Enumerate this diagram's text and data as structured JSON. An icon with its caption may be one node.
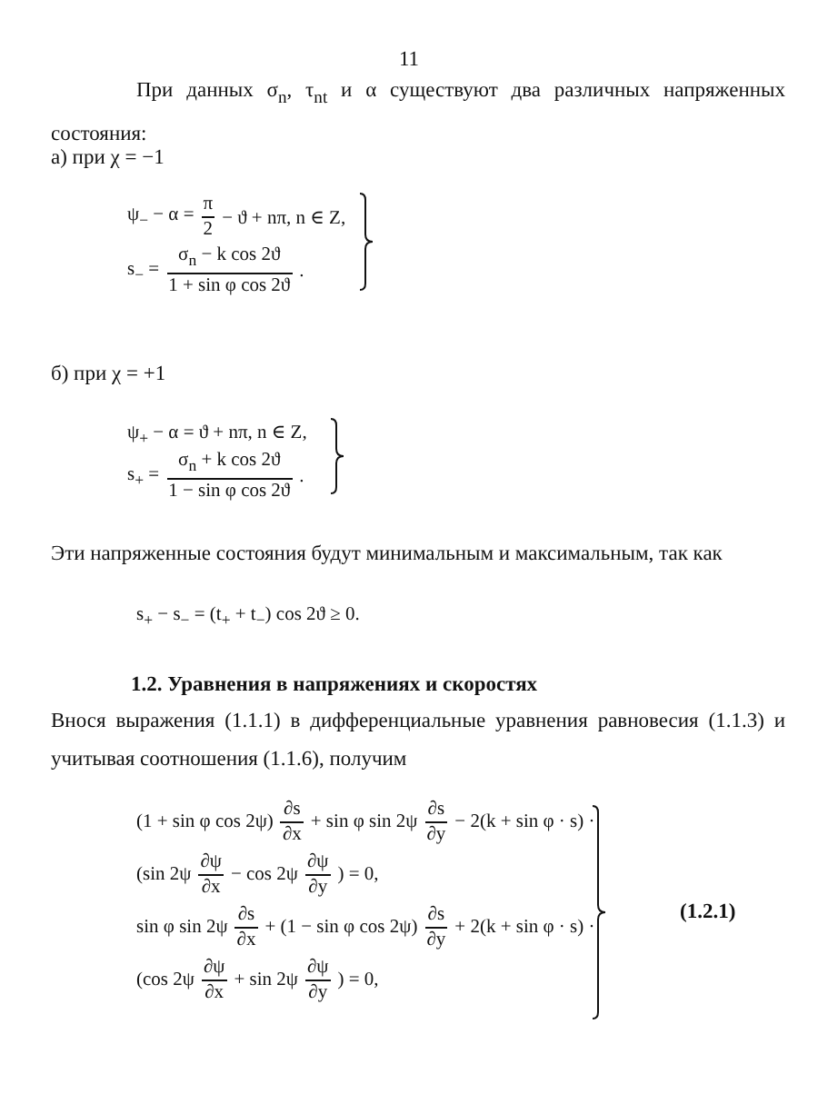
{
  "diagram": {
    "labels": [
      "11",
      "При данных σ$_{n}$, τ$_{nt}$ и α существуют два различных напряженных состояния:",
      "а) при χ = −1",
      "ψ$_{−}$ − α =",
      "π",
      "2",
      "− ϑ + nπ, n ∈ Z,",
      "s$_{−}$ =",
      "σ$_{n}$ − k cos 2ϑ",
      "1 + sin φ cos 2ϑ",
      ".",
      "б) при χ = +1",
      "ψ$_{+}$ − α = ϑ + nπ, n ∈ Z,",
      "s$_{+}$ =",
      "σ$_{n}$ + k cos 2ϑ",
      "1 − sin φ cos 2ϑ",
      ".",
      "Эти напряженные состояния будут минимальным и максимальным, так как",
      "s$_{+}$ − s$_{−}$ = (t$_{+}$ + t$_{−}$) cos 2ϑ ≥ 0.",
      "1.2. Уравнения в напряжениях и скоростях",
      "Внося выражения (1.1.1) в дифференциальные уравнения равновесия (1.1.3) и учитывая соотношения (1.1.6), получим",
      "(1 + sin φ cos 2ψ)",
      "∂s",
      "∂x",
      "+ sin φ sin 2ψ",
      "∂s",
      "∂y",
      "− 2(k + sin φ · s) ·",
      "(sin 2ψ",
      "∂ψ",
      "∂x",
      "− cos 2ψ",
      "∂ψ",
      "∂y",
      ") = 0,",
      "sin φ sin 2ψ",
      "∂s",
      "∂x",
      "+ (1 − sin φ cos 2ψ)",
      "∂s",
      "∂y",
      "+ 2(k + sin φ · s) ·",
      "(cos 2ψ",
      "∂ψ",
      "∂x",
      "+ sin 2ψ",
      "∂ψ",
      "∂y",
      ") = 0,",
      "(1.2.1)"
    ]
  }
}
